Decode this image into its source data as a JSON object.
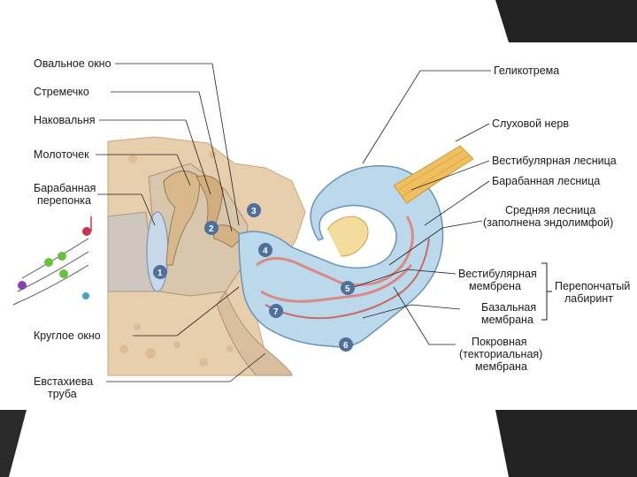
{
  "labels": {
    "oval_window": "Овальное окно",
    "stapes": "Стремечко",
    "incus": "Наковальня",
    "malleus": "Молоточек",
    "eardrum_1": "Барабанная",
    "eardrum_2": "перепонка",
    "round_window": "Круглое окно",
    "eustachian_1": "Евстахиева",
    "eustachian_2": "труба",
    "helicotrema": "Геликотрема",
    "auditory_nerve": "Слуховой нерв",
    "vestibular_scala": "Вестибулярная лесница",
    "tympanic_scala": "Барабанная лесница",
    "middle_scala_1": "Средняя лесница",
    "middle_scala_2": "(заполнена эндолимфой)",
    "vestibular_membrane_1": "Вестибулярная",
    "vestibular_membrane_2": "мембрена",
    "membranous_labyrinth_1": "Перепончатый",
    "membranous_labyrinth_2": "лабиринт",
    "basilar_membrane_1": "Базальная",
    "basilar_membrane_2": "мембрана",
    "tectorial_1": "Покровная",
    "tectorial_2": "(текториальная)",
    "tectorial_3": "мембрана"
  },
  "markers": [
    "1",
    "2",
    "3",
    "4",
    "5",
    "6",
    "7"
  ],
  "colors": {
    "bone": "#e9d3b6",
    "fluid": "#bcd9ec",
    "membrane": "#d98a86",
    "nerve": "#f0c060",
    "marker": "#4f6f9c",
    "corner": "#2a2a2a"
  }
}
